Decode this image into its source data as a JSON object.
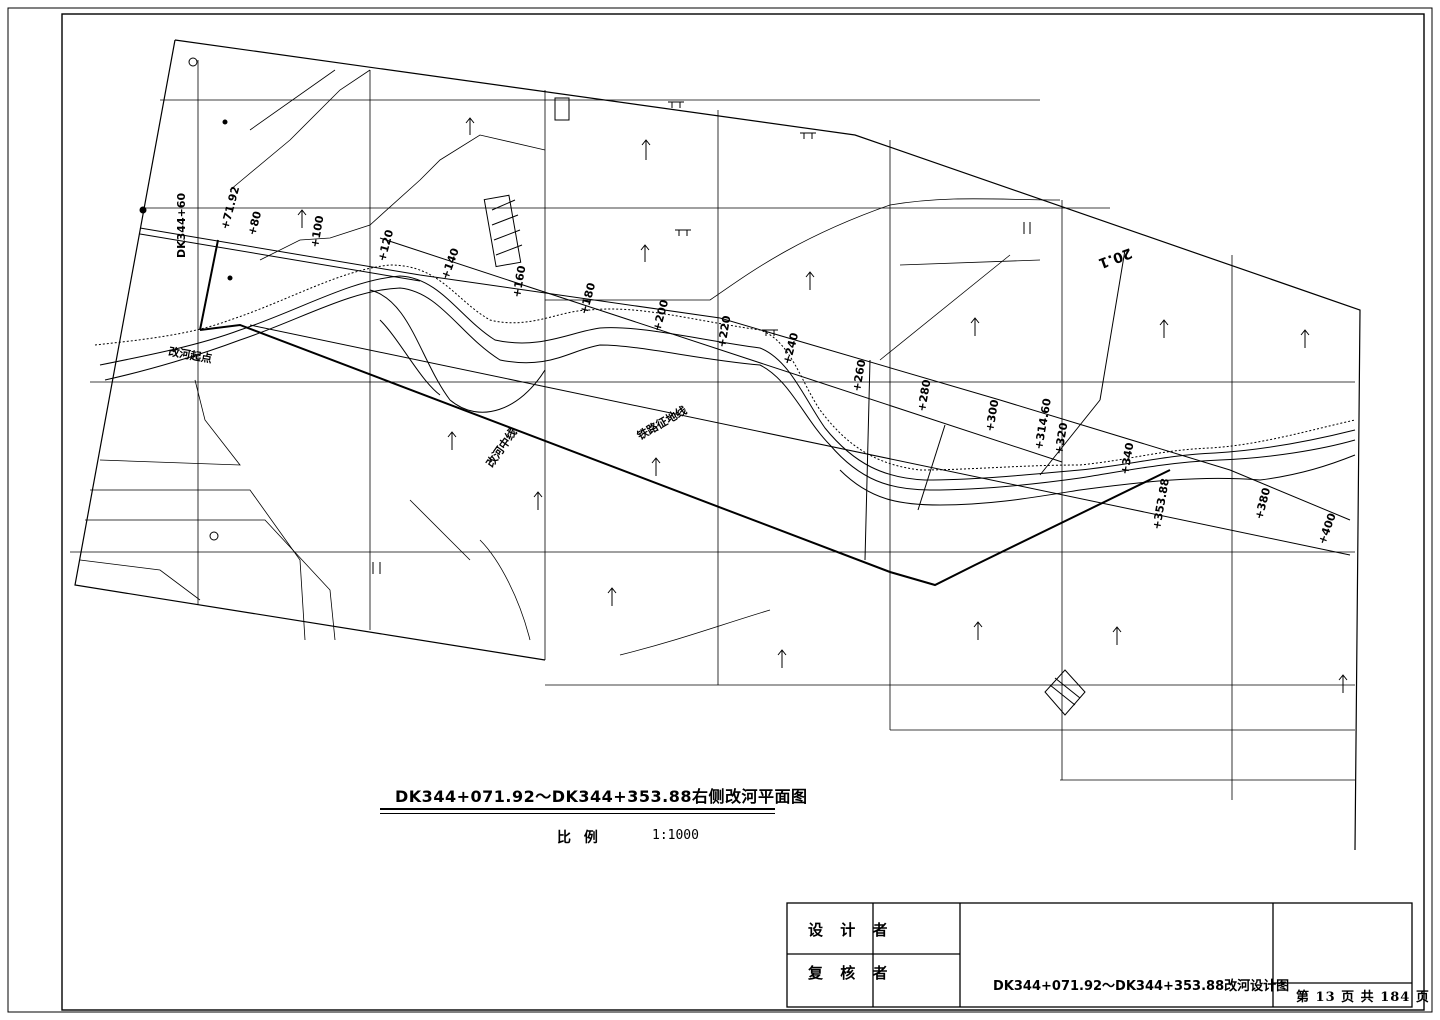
{
  "drawing": {
    "title": "DK344+071.92～DK344+353.88右侧改河平面图",
    "scale_label": "比 例",
    "scale_value": "1:1000"
  },
  "title_block": {
    "designer_label": "设 计 者",
    "checker_label": "复 核 者",
    "drawing_name": "DK344+071.92～DK344+353.88改河设计图",
    "page_text": "第 13 页 共 184 页"
  },
  "annotations": {
    "dk_start": "DK344+60",
    "sta_7192": "+71.92",
    "sta_80": "+80",
    "sta_100": "+100",
    "sta_120": "+120",
    "sta_140": "+140",
    "sta_160": "+160",
    "sta_180": "+180",
    "sta_200": "+200",
    "sta_220": "+220",
    "sta_240": "+240",
    "sta_260": "+260",
    "sta_280": "+280",
    "sta_300": "+300",
    "sta_314": "+314.60",
    "sta_320": "+320",
    "sta_340": "+340",
    "sta_35388": "+353.88",
    "sta_380": "+380",
    "sta_400": "+400",
    "dim_201": "20.1",
    "label_centerline": "改河中线",
    "label_boundary": "铁路征地线",
    "label_start": "改河起点"
  }
}
